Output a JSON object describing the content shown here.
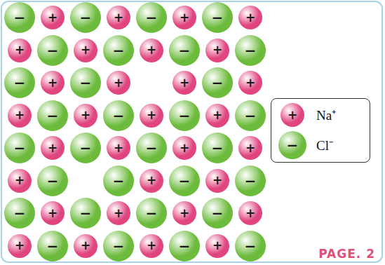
{
  "diagram": {
    "nodes": [
      {
        "text": [
          "−"
        ]
      },
      {
        "text": [
          "+"
        ]
      },
      {
        "text": [
          "−"
        ]
      },
      {
        "text": [
          "+"
        ]
      },
      {
        "text": [
          "−"
        ]
      },
      {
        "text": [
          "+"
        ]
      },
      {
        "text": [
          "−"
        ]
      },
      {
        "text": [
          "+"
        ]
      },
      {
        "text": [
          "+"
        ]
      },
      {
        "text": [
          "−"
        ]
      },
      {
        "text": [
          "+"
        ]
      },
      {
        "text": [
          "−"
        ]
      },
      {
        "text": [
          "+"
        ]
      },
      {
        "text": [
          "−"
        ]
      },
      {
        "text": [
          "+"
        ]
      },
      {
        "text": [
          "−"
        ]
      },
      {
        "text": [
          "−"
        ]
      },
      {
        "text": [
          "+"
        ]
      },
      {
        "text": [
          "−"
        ]
      },
      {
        "text": [
          "+"
        ]
      },
      {
        "text": [
          "+"
        ]
      },
      {
        "text": [
          "−"
        ]
      },
      {
        "text": [
          "+"
        ]
      },
      {
        "text": [
          "+"
        ]
      },
      {
        "text": [
          "−"
        ]
      },
      {
        "text": [
          "+"
        ]
      },
      {
        "text": [
          "−"
        ]
      },
      {
        "text": [
          "+"
        ]
      },
      {
        "text": [
          "−"
        ]
      },
      {
        "text": [
          "+"
        ]
      },
      {
        "text": [
          "−"
        ]
      },
      {
        "text": [
          "−"
        ]
      },
      {
        "text": [
          "+"
        ]
      },
      {
        "text": [
          "−"
        ]
      },
      {
        "text": [
          "+"
        ]
      },
      {
        "text": [
          "−"
        ]
      },
      {
        "text": [
          "+"
        ]
      },
      {
        "text": [
          "−"
        ]
      },
      {
        "text": [
          "+"
        ]
      },
      {
        "text": [
          "+"
        ]
      },
      {
        "text": [
          "−"
        ]
      },
      {
        "text": [
          "−"
        ]
      },
      {
        "text": [
          "+"
        ]
      },
      {
        "text": [
          "−"
        ]
      },
      {
        "text": [
          "+"
        ]
      },
      {
        "text": [
          "−"
        ]
      },
      {
        "text": [
          "−"
        ]
      },
      {
        "text": [
          "+"
        ]
      },
      {
        "text": [
          "−"
        ]
      },
      {
        "text": [
          "+"
        ]
      },
      {
        "text": [
          "−"
        ]
      },
      {
        "text": [
          "+"
        ]
      },
      {
        "text": [
          "−"
        ]
      },
      {
        "text": [
          "+"
        ]
      },
      {
        "text": [
          "+"
        ]
      },
      {
        "text": [
          "−"
        ]
      },
      {
        "text": [
          "+"
        ]
      },
      {
        "text": [
          "−"
        ]
      },
      {
        "text": [
          "+"
        ]
      },
      {
        "text": [
          "−"
        ]
      },
      {
        "text": [
          "+"
        ]
      },
      {
        "text": [
          "−"
        ]
      }
    ],
    "labels": [
      "+",
      "−",
      "PAGE. 2"
    ],
    "legend": [
      {
        "text": "Na⁺",
        "color": "#e0457f"
      },
      {
        "text": "Cl⁻",
        "color": "#6cbb3c"
      }
    ]
  }
}
